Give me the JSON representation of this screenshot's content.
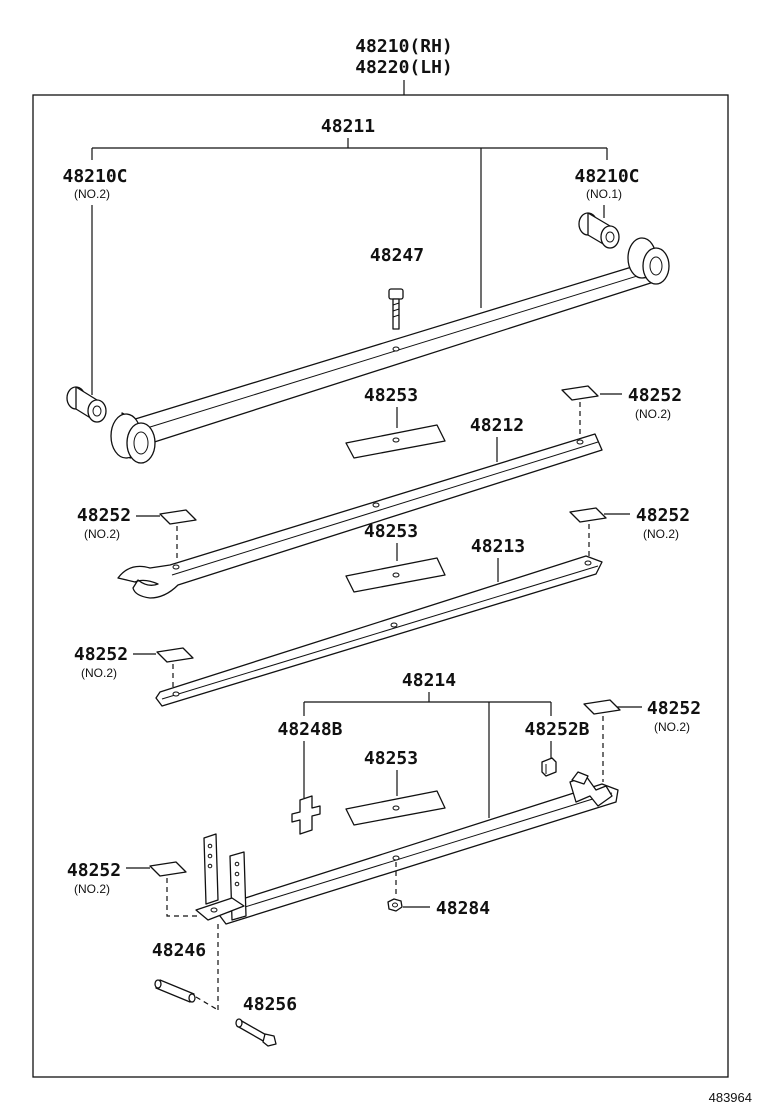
{
  "assembly": {
    "rh": "48210(RH)",
    "lh": "48220(LH)"
  },
  "labels": {
    "p48211": "48211",
    "p48210c_left": "48210C",
    "p48210c_left_sub": "(NO.2)",
    "p48210c_right": "48210C",
    "p48210c_right_sub": "(NO.1)",
    "p48247": "48247",
    "p48253_a": "48253",
    "p48252_a": "48252",
    "p48252_a_sub": "(NO.2)",
    "p48212": "48212",
    "p48252_b": "48252",
    "p48252_b_sub": "(NO.2)",
    "p48253_b": "48253",
    "p48213": "48213",
    "p48252_c": "48252",
    "p48252_c_sub": "(NO.2)",
    "p48252_d": "48252",
    "p48252_d_sub": "(NO.2)",
    "p48214": "48214",
    "p48252_e": "48252",
    "p48252_e_sub": "(NO.2)",
    "p48248b": "48248B",
    "p48252b": "48252B",
    "p48253_c": "48253",
    "p48252_f": "48252",
    "p48252_f_sub": "(NO.2)",
    "p48284": "48284",
    "p48246": "48246",
    "p48256": "48256"
  },
  "diagram_id": "483964"
}
